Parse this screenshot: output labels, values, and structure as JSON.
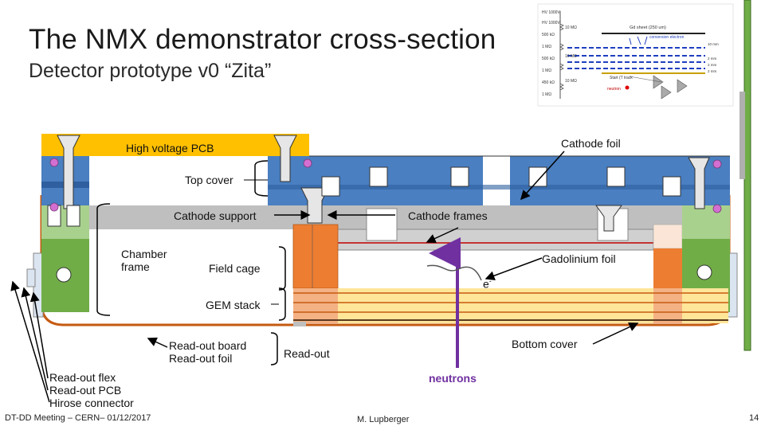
{
  "slide": {
    "title": "The NMX demonstrator cross-section",
    "subtitle": "Detector prototype v0 “Zita”"
  },
  "labels": {
    "high_voltage_pcb": "High voltage PCB",
    "cathode_foil": "Cathode foil",
    "top_cover": "Top cover",
    "cathode_support": "Cathode support",
    "cathode_frames": "Cathode frames",
    "chamber_frame": "Chamber\nframe",
    "field_cage": "Field cage",
    "gadolinium_foil": "Gadolinium foil",
    "electron": "e",
    "electron_sup": "-",
    "gem_stack": "GEM stack",
    "readout_board_foil": "Read-out board\nRead-out foil",
    "readout": "Read-out",
    "bottom_cover": "Bottom cover",
    "neutrons": "neutrons",
    "readout_flex_group": "Read-out flex\nRead-out PCB\nHirose connector"
  },
  "inset": {
    "hv1": "HV 1000V",
    "hv2": "HV 1000V",
    "res1": "500 kΩ",
    "res2": "1 MΩ",
    "res3": "500 kΩ",
    "res4": "1 MΩ",
    "res5": "450 kΩ",
    "res6": "1 MΩ",
    "r10": "10 MΩ",
    "r10b": "10 MΩ",
    "r10c": "10 MΩ",
    "sheet": "Gd sheet (250 um)",
    "conv": "conversion electron",
    "mm10": "10 mm",
    "mm2a": "2 mm",
    "mm2b": "2 mm",
    "mm2c": "2 mm",
    "stack": "Start (T track",
    "neutron": "neutron"
  },
  "footer": {
    "meeting": "DT-DD Meeting – CERN– 01/12/2017",
    "author": "M. Lupberger",
    "page": "14"
  },
  "colors": {
    "hv_pcb": "#ffc000",
    "blue_cover": "#4a7fc1",
    "green_frame": "#70ad47",
    "orange_fieldcage": "#ed7d31",
    "light_orange": "#fbe5d6",
    "grey_frame": "#bfbfbf",
    "neutron_arrow": "#7030a0",
    "gadolinium": "#c00000"
  }
}
